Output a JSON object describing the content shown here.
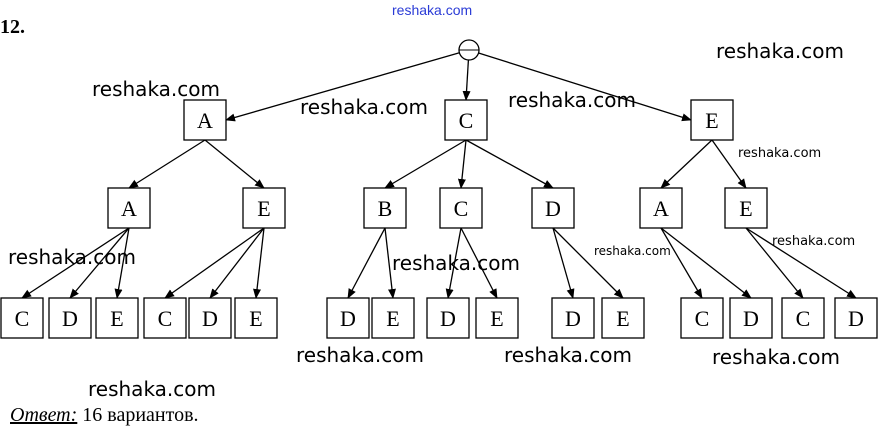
{
  "problem_number": "12.",
  "top_link": "reshaka.com",
  "tree": {
    "root": "",
    "children": [
      {
        "label": "A",
        "children": [
          {
            "label": "A",
            "children": [
              "C",
              "D",
              "E"
            ]
          },
          {
            "label": "E",
            "children": [
              "C",
              "D",
              "E"
            ]
          }
        ]
      },
      {
        "label": "C",
        "children": [
          {
            "label": "B",
            "children": [
              "D",
              "E"
            ]
          },
          {
            "label": "C",
            "children": [
              "D",
              "E"
            ]
          },
          {
            "label": "D",
            "children": [
              "D",
              "E"
            ]
          }
        ]
      },
      {
        "label": "E",
        "children": [
          {
            "label": "A",
            "children": [
              "C",
              "D"
            ]
          },
          {
            "label": "E",
            "children": [
              "C",
              "D"
            ]
          }
        ]
      }
    ]
  },
  "watermarks": [
    "reshaka.com",
    "reshaka.com",
    "reshaka.com",
    "reshaka.com",
    "reshaka.com",
    "reshaka.com",
    "reshaka.com",
    "reshaka.com",
    "reshaka.com",
    "reshaka.com",
    "reshaka.com",
    "reshaka.com",
    "reshaka.com"
  ],
  "answer": {
    "label": "Ответ:",
    "text": " 16 вариантов."
  }
}
